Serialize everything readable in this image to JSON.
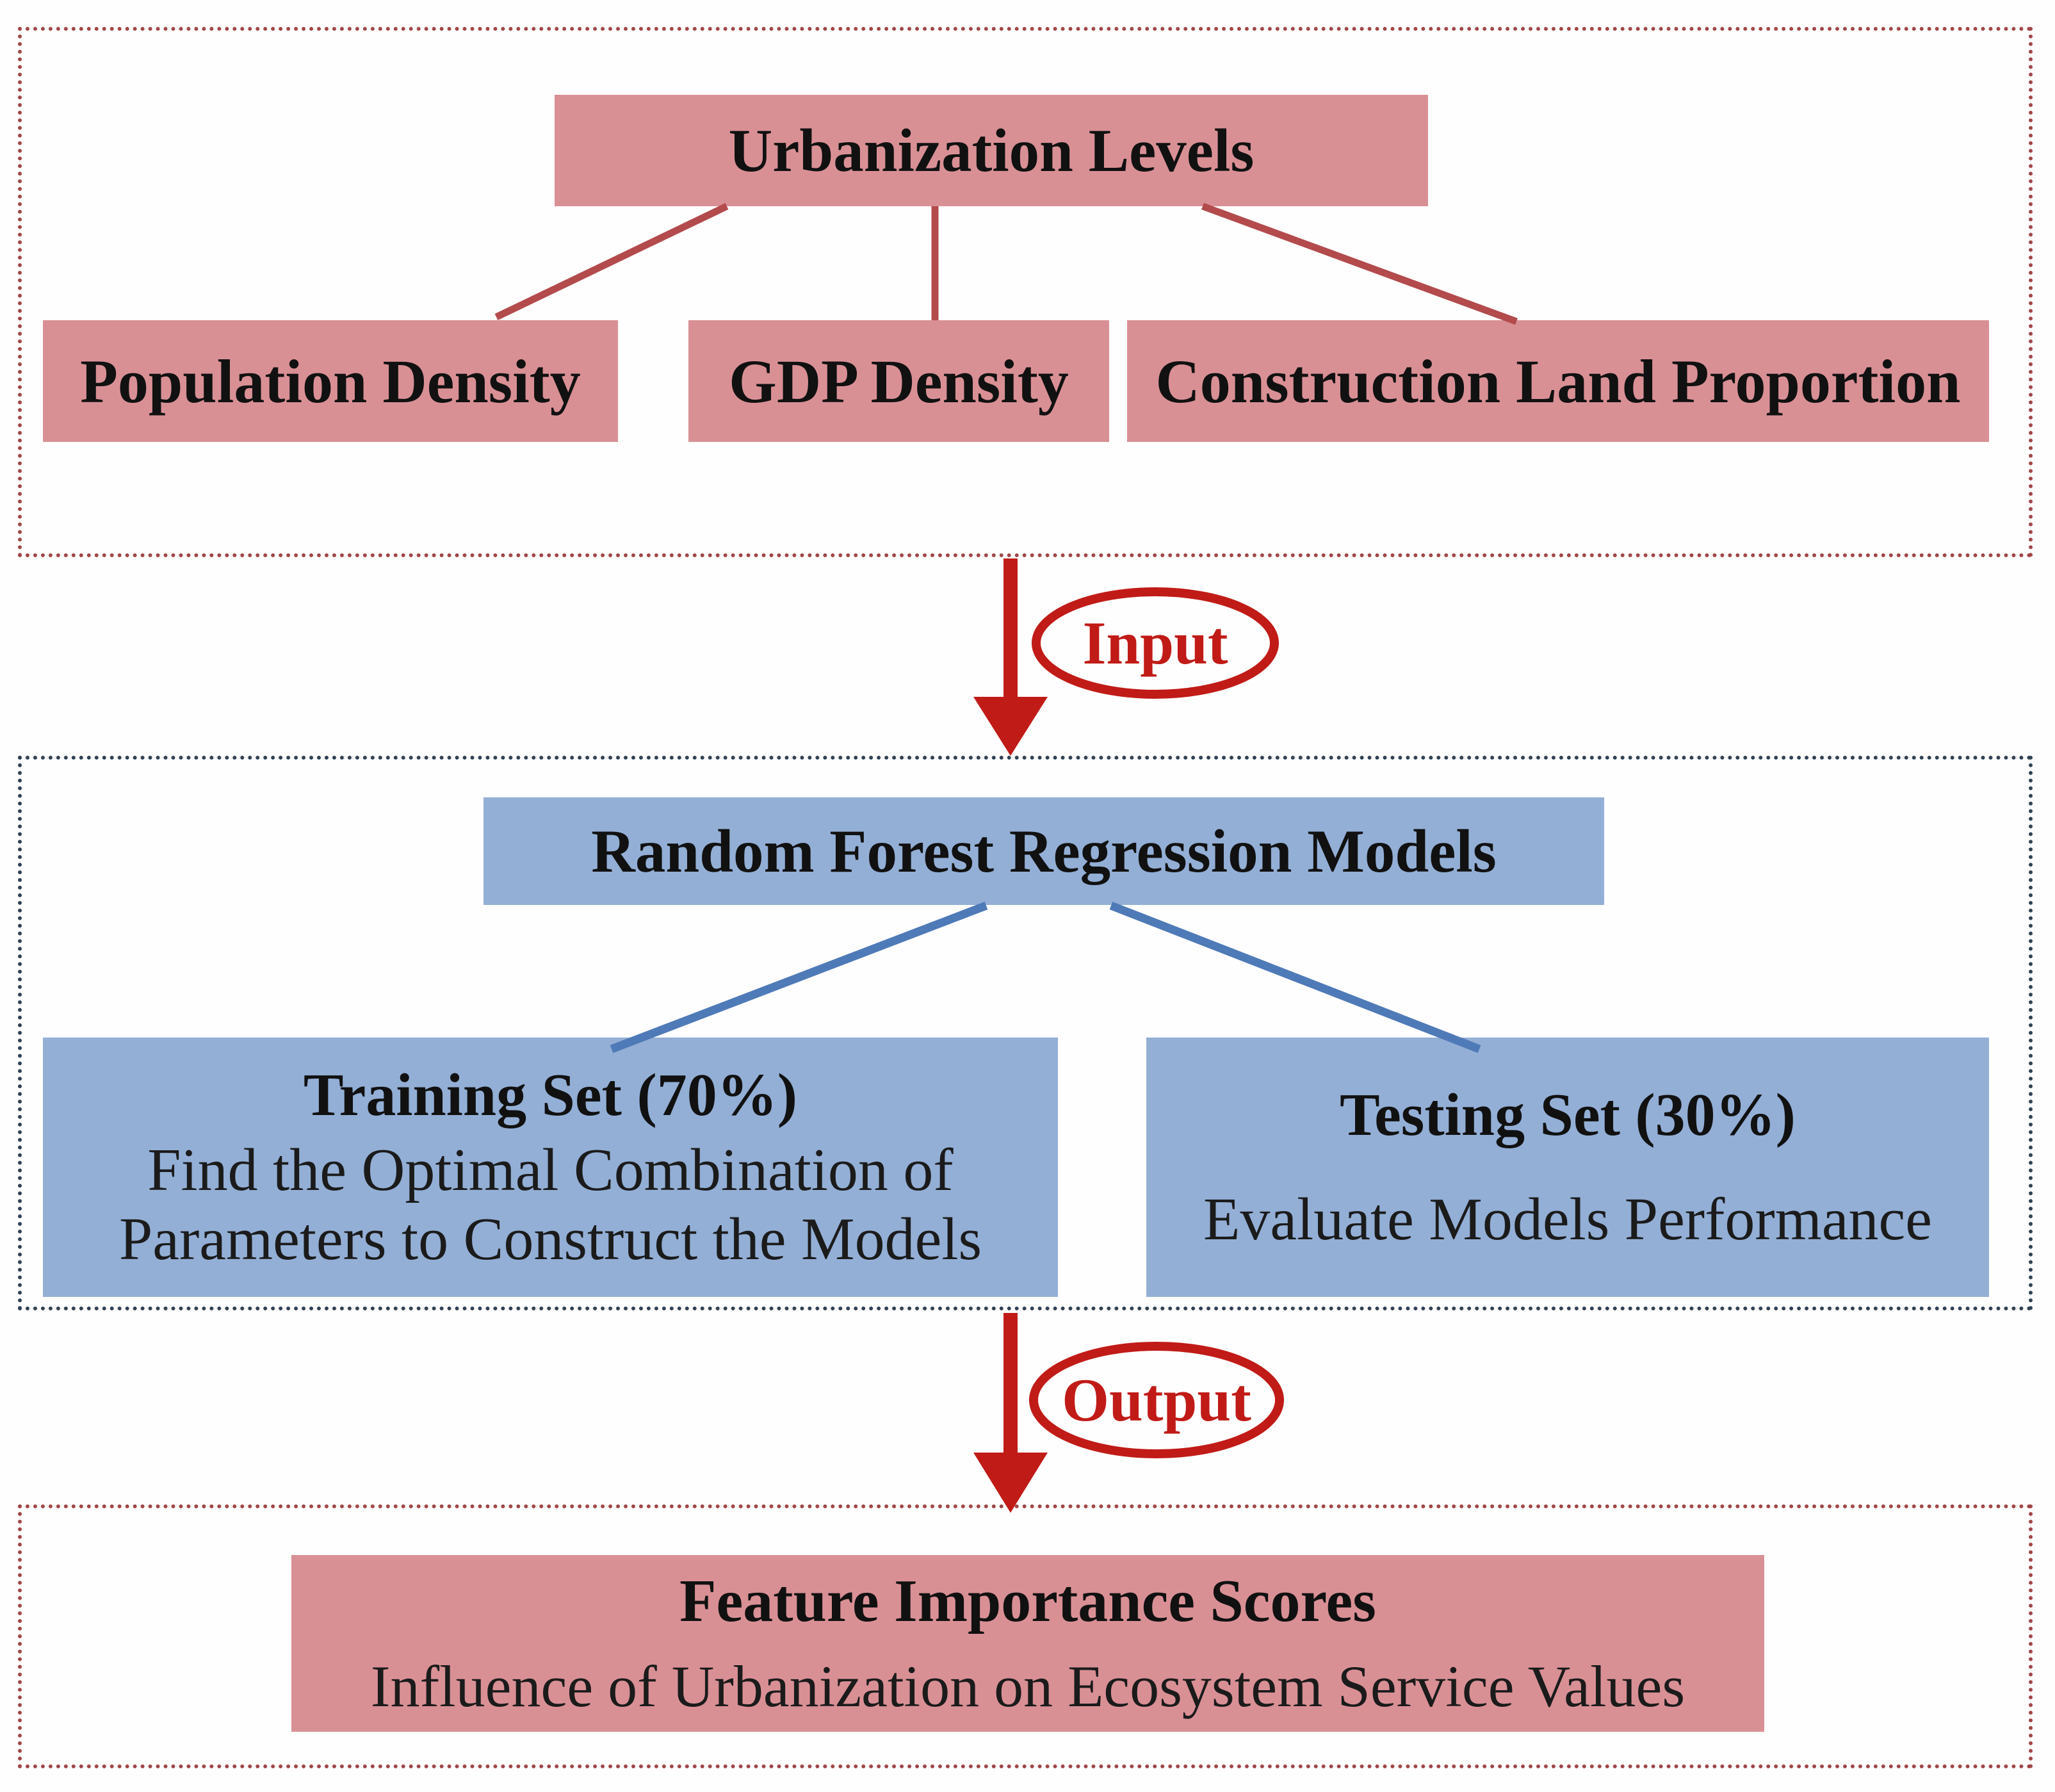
{
  "diagram": {
    "urbanization_section": {
      "title": "Urbanization Levels",
      "items": [
        "Population Density",
        "GDP Density",
        "Construction Land Proportion"
      ]
    },
    "input_label": "Input",
    "model_section": {
      "title": "Random Forest Regression Models",
      "training": {
        "heading": "Training Set (70%)",
        "body_lines": [
          "Find the Optimal Combination of",
          "Parameters to Construct the Models"
        ]
      },
      "testing": {
        "heading": "Testing Set (30%)",
        "body": "Evaluate Models Performance"
      }
    },
    "output_label": "Output",
    "result_section": {
      "heading": "Feature Importance Scores",
      "body": "Influence of Urbanization on Ecosystem Service Values"
    },
    "colors": {
      "pink_fill": "#d99095",
      "blue_fill": "#93afd6",
      "red_dotted_border": "#a04648",
      "blue_dotted_border": "#2f4254",
      "red_accent": "#c11b17",
      "red_connector": "#b34a4c",
      "blue_connector": "#4f7ab8",
      "text": "#151515"
    }
  }
}
